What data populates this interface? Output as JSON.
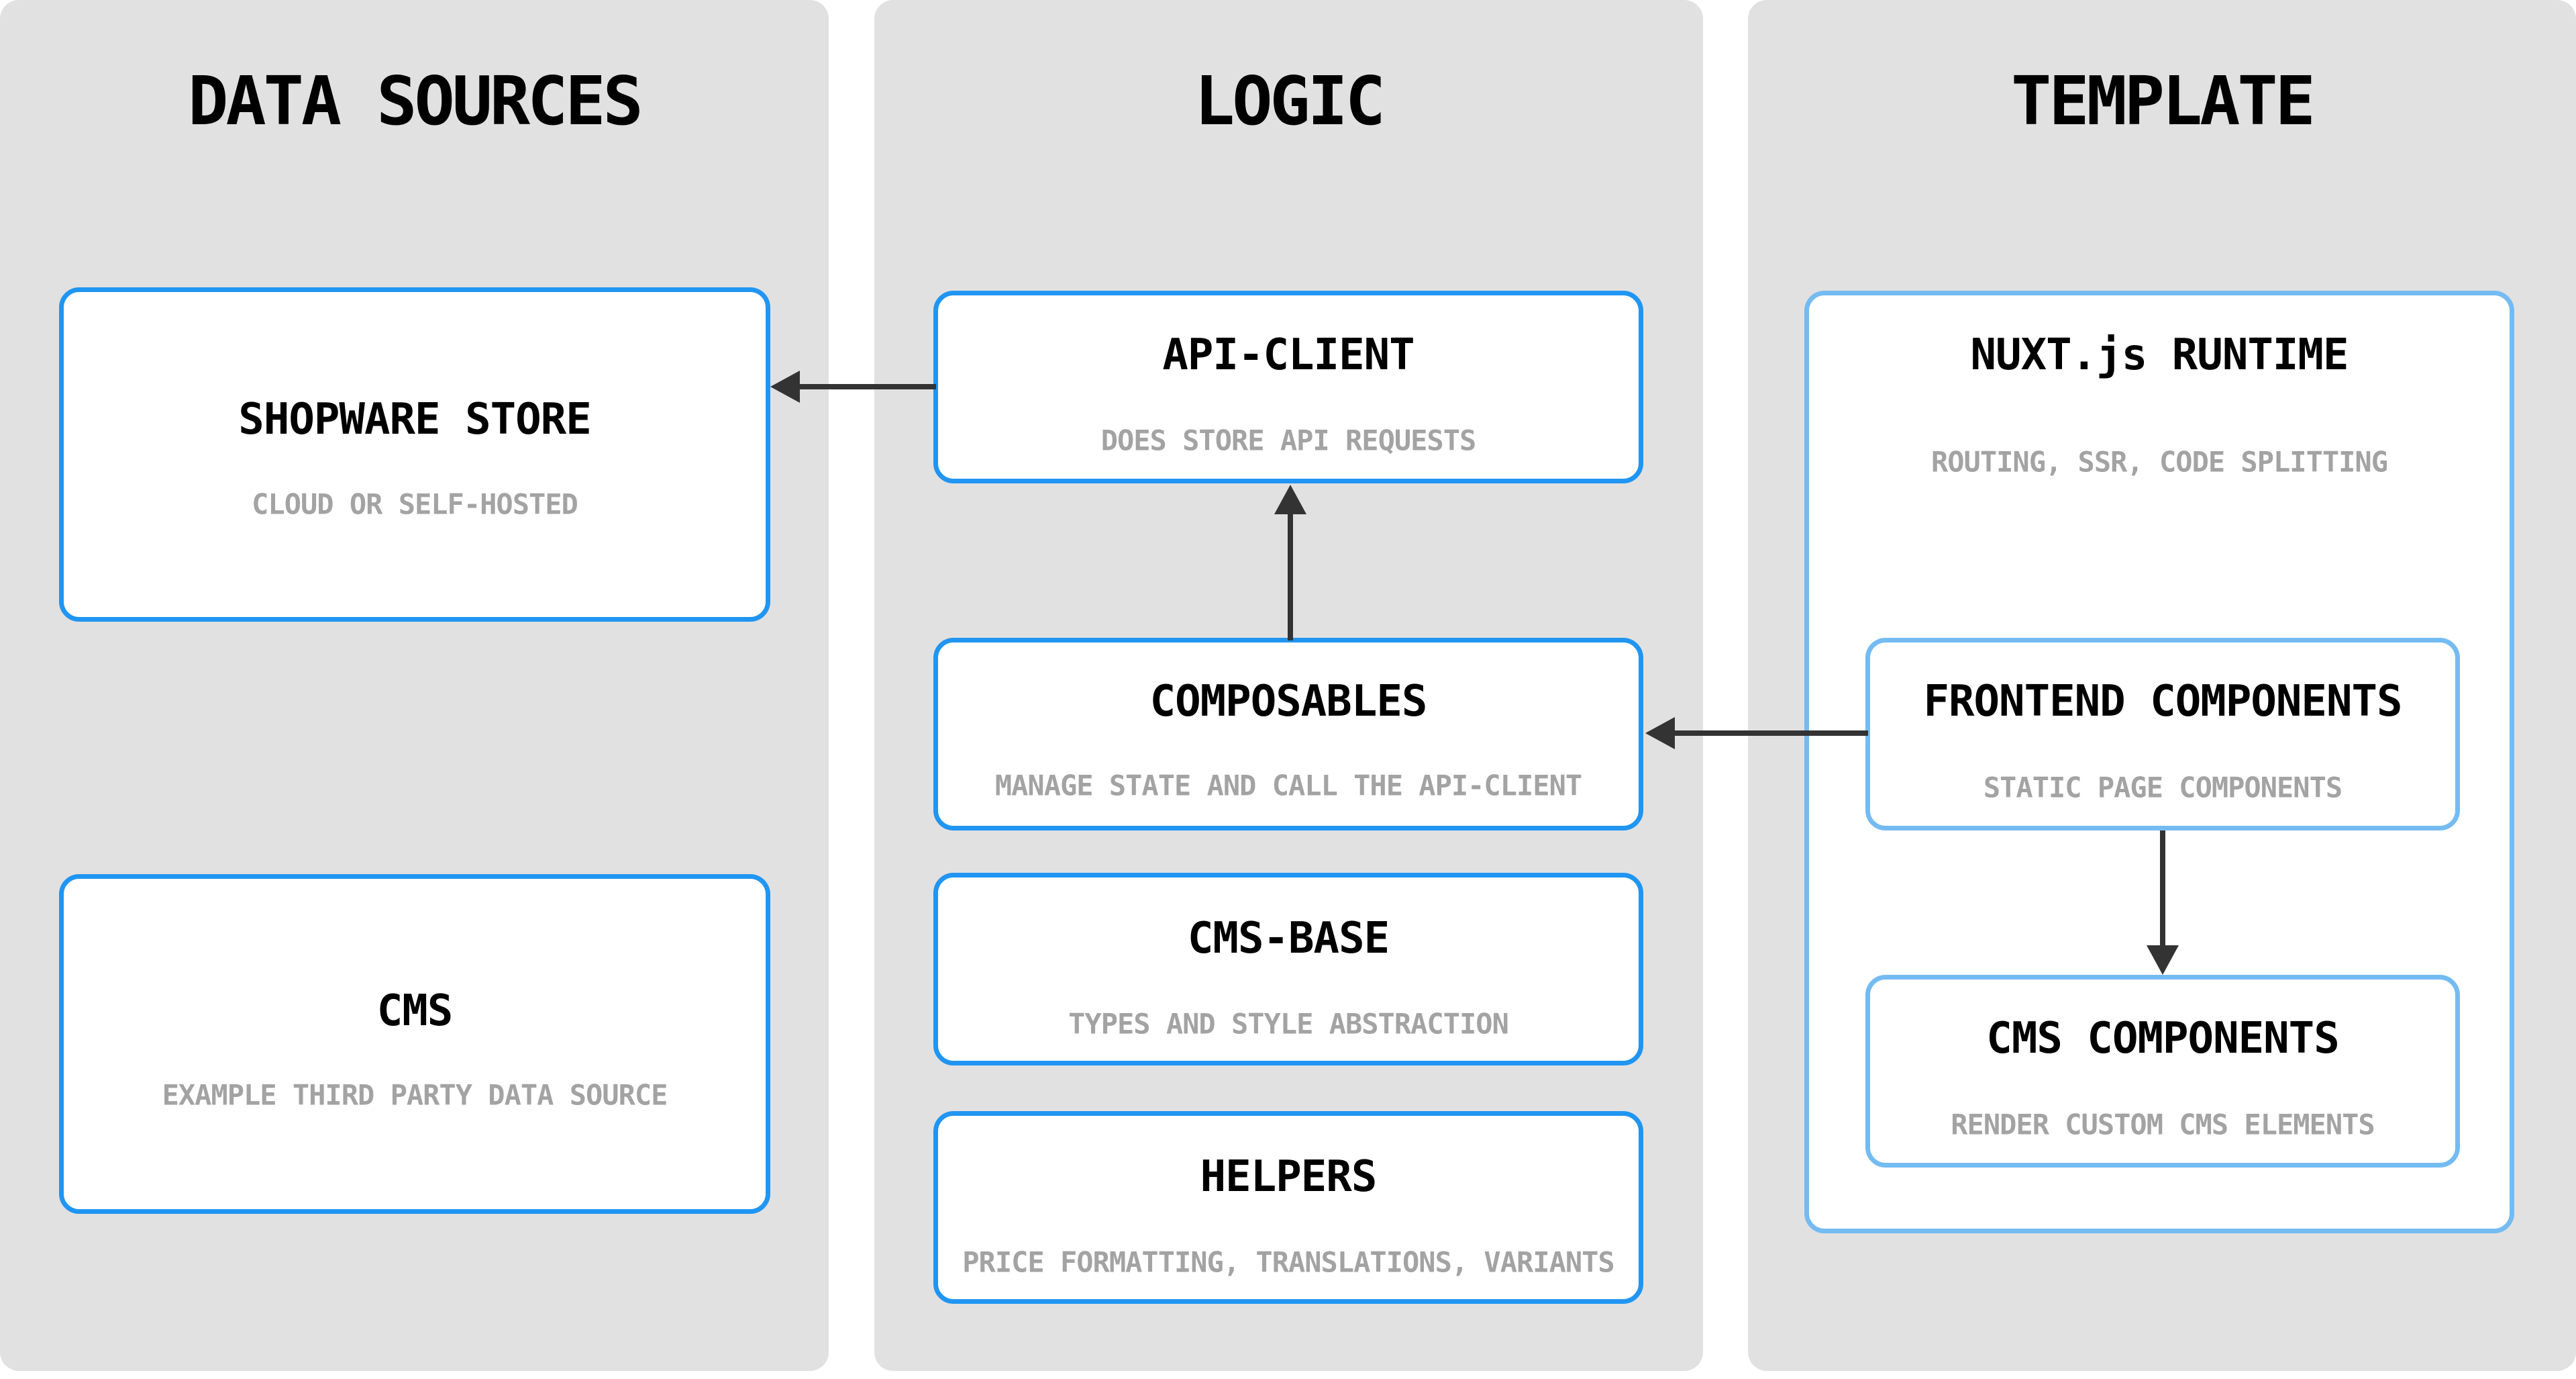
{
  "diagram": {
    "type": "architecture-diagram",
    "columns": [
      {
        "title": "DATA SOURCES",
        "boxes": [
          {
            "title": "SHOPWARE STORE",
            "subtitle": "CLOUD OR SELF-HOSTED"
          },
          {
            "title": "CMS",
            "subtitle": "EXAMPLE THIRD PARTY DATA SOURCE"
          }
        ]
      },
      {
        "title": "LOGIC",
        "boxes": [
          {
            "title": "API-CLIENT",
            "subtitle": "DOES STORE API REQUESTS"
          },
          {
            "title": "COMPOSABLES",
            "subtitle": "MANAGE STATE AND CALL THE API-CLIENT"
          },
          {
            "title": "CMS-BASE",
            "subtitle": "TYPES AND STYLE ABSTRACTION"
          },
          {
            "title": "HELPERS",
            "subtitle": "PRICE FORMATTING, TRANSLATIONS, VARIANTS"
          }
        ]
      },
      {
        "title": "TEMPLATE",
        "boxes": [
          {
            "title": "NUXT.js RUNTIME",
            "subtitle": "ROUTING, SSR, CODE SPLITTING"
          },
          {
            "title": "FRONTEND COMPONENTS",
            "subtitle": "STATIC PAGE COMPONENTS"
          },
          {
            "title": "CMS COMPONENTS",
            "subtitle": "RENDER CUSTOM CMS ELEMENTS"
          }
        ]
      }
    ],
    "arrows": [
      {
        "from": "API-CLIENT",
        "to": "SHOPWARE STORE",
        "direction": "left"
      },
      {
        "from": "COMPOSABLES",
        "to": "API-CLIENT",
        "direction": "up"
      },
      {
        "from": "FRONTEND COMPONENTS",
        "to": "COMPOSABLES",
        "direction": "left"
      },
      {
        "from": "FRONTEND COMPONENTS",
        "to": "CMS COMPONENTS",
        "direction": "down"
      }
    ],
    "colors": {
      "page_background": "#ffffff",
      "column_background": "#e1e1e1",
      "box_border_primary": "#2095f2",
      "box_border_light": "#74bbf2",
      "box_background": "#ffffff",
      "title_text": "#000000",
      "subtitle_text": "#a3a3a3",
      "arrow": "#333333"
    }
  }
}
